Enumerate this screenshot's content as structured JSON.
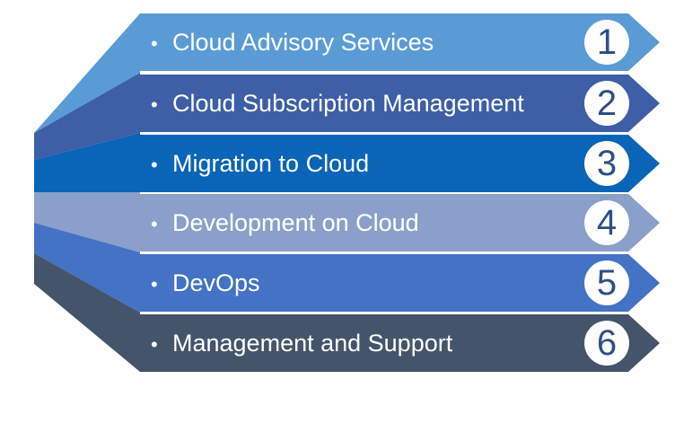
{
  "colors": {
    "row1": "#5b9bd5",
    "row2": "#3e5ea6",
    "row3": "#0a64b8",
    "row4": "#8aa0ca",
    "row5": "#4472c4",
    "row6": "#44546a",
    "badge_bg": "#ffffff",
    "text": "#ffffff"
  },
  "rows": [
    {
      "label": "Cloud Advisory Services",
      "number": "1",
      "bullet": "•"
    },
    {
      "label": "Cloud Subscription Management",
      "number": "2",
      "bullet": "•"
    },
    {
      "label": "Migration to Cloud",
      "number": "3",
      "bullet": "•"
    },
    {
      "label": "Development on Cloud",
      "number": "4",
      "bullet": "•"
    },
    {
      "label": "DevOps",
      "number": "5",
      "bullet": "•"
    },
    {
      "label": "Management and Support",
      "number": "6",
      "bullet": "•"
    }
  ]
}
